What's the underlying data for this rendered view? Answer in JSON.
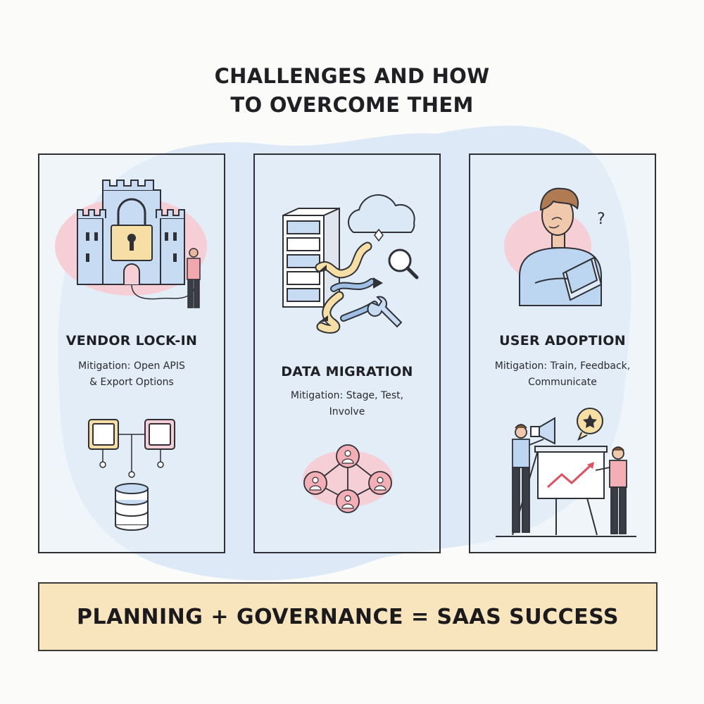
{
  "title": {
    "line1": "CHALLENGES AND HOW",
    "line2": "TO OVERCOME THEM"
  },
  "panels": [
    {
      "heading": "VENDOR LOCK-IN",
      "mitigation_line1": "Mitigation: Open APIS",
      "mitigation_line2": "& Export Options",
      "icon": "castle-lock-icon"
    },
    {
      "heading": "DATA MIGRATION",
      "mitigation_line1": "Mitigation: Stage, Test,",
      "mitigation_line2": "Involve",
      "icon": "server-cloud-icon"
    },
    {
      "heading": "USER ADOPTION",
      "mitigation_line1": "Mitigation: Train, Feedback,",
      "mitigation_line2": "Communicate",
      "icon": "user-tablet-icon"
    }
  ],
  "banner": {
    "text": "PLANNING + GOVERNANCE = SAAS SUCCESS"
  },
  "colors": {
    "blob": "#dde9f6",
    "pink": "#f6cfd6",
    "blue": "#c7dcf2",
    "yellow": "#f6dea4",
    "banner": "#f8e4bd",
    "stroke": "#2f3136"
  },
  "misc": {
    "question_mark": "?"
  }
}
